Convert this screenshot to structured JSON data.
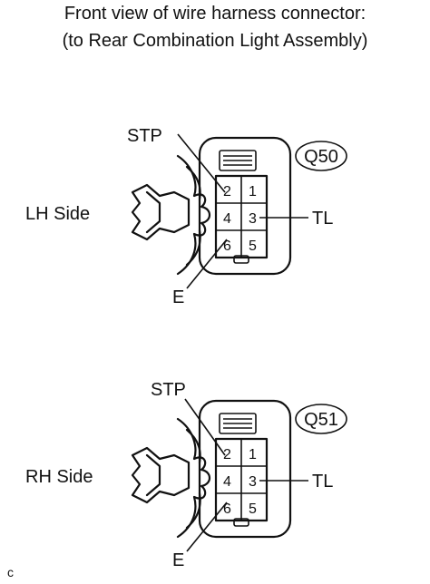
{
  "title": {
    "line1": "Front view of wire harness connector:",
    "line2": "(to Rear Combination Light Assembly)"
  },
  "connectors": [
    {
      "id": "Q50",
      "side": "LH Side",
      "pins": [
        "2",
        "1",
        "4",
        "3",
        "6",
        "5"
      ],
      "callouts": {
        "stp": "STP",
        "tl": "TL",
        "e": "E"
      }
    },
    {
      "id": "Q51",
      "side": "RH Side",
      "pins": [
        "2",
        "1",
        "4",
        "3",
        "6",
        "5"
      ],
      "callouts": {
        "stp": "STP",
        "tl": "TL",
        "e": "E"
      }
    }
  ],
  "footer_mark": "c"
}
